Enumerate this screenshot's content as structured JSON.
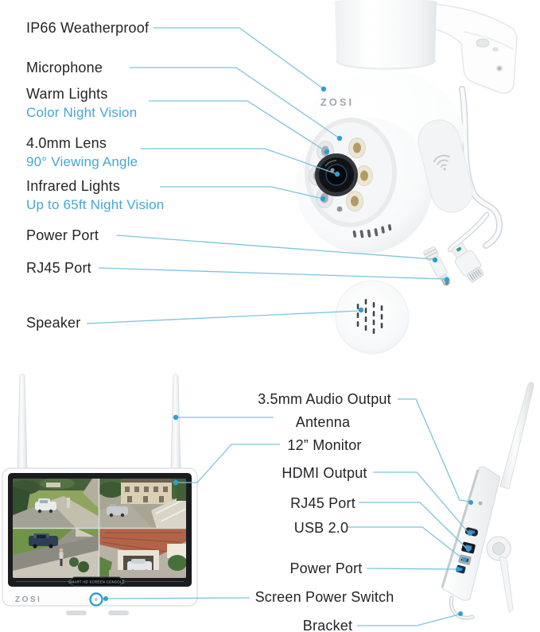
{
  "colors": {
    "accent_blue": "#45a7d4",
    "line_blue": "#7cc4de",
    "dot_blue": "#2da0d2",
    "text_dark": "#232427",
    "bezel_black": "#1a1c1e"
  },
  "icons": {
    "camera_wifi_indicator": "wifi-arcs",
    "monitor_power_button": "circle-ring"
  },
  "camera": {
    "logo": "ZOSI",
    "labels": [
      {
        "title": "IP66 Weatherproof",
        "subtitle": ""
      },
      {
        "title": "Microphone",
        "subtitle": ""
      },
      {
        "title": "Warm Lights",
        "subtitle": "Color Night Vision"
      },
      {
        "title": "4.0mm Lens",
        "subtitle": "90° Viewing Angle"
      },
      {
        "title": "Infrared Lights",
        "subtitle": "Up to 65ft Night Vision"
      },
      {
        "title": "Power Port",
        "subtitle": ""
      },
      {
        "title": "RJ45 Port",
        "subtitle": ""
      },
      {
        "title": "Speaker",
        "subtitle": ""
      }
    ]
  },
  "monitor": {
    "logo": "ZOSI",
    "badge": "SMART HD SCREEN CONSOLE",
    "labels": [
      "3.5mm Audio Output",
      "Antenna",
      "12” Monitor",
      "HDMI Output",
      "RJ45 Port",
      "USB 2.0",
      "Power Port",
      "Screen Power Switch",
      "Bracket"
    ]
  }
}
